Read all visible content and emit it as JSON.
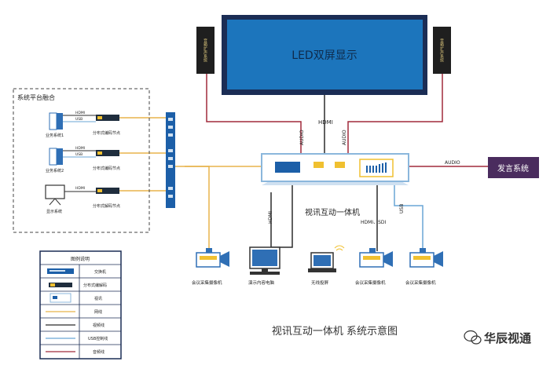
{
  "display": {
    "label": "LED双屏显示"
  },
  "speaker_left": {
    "label": "音箱扩声系统"
  },
  "speaker_right": {
    "label": "音箱扩声系统"
  },
  "platform": {
    "title": "系统平台融合"
  },
  "platform_rows": [
    {
      "device": "业务系统1",
      "ports": [
        "HDMI",
        "USB"
      ],
      "node": "分布式编码节点"
    },
    {
      "device": "业务系统2",
      "ports": [
        "HDMI",
        "USB"
      ],
      "node": "分布式编码节点"
    },
    {
      "device": "显示系统",
      "ports": [
        "HDMI"
      ],
      "node": "分布式解码节点"
    }
  ],
  "connections": {
    "hdmi_top": "HDMI",
    "audio_left": "AUDIO",
    "audio_right": "AUDIO",
    "audio_speech": "AUDIO",
    "hdmi_bottom": "HDMI",
    "hdmi_sdi": "HDMI、SDI",
    "usb": "USB"
  },
  "main_unit": {
    "label": "视讯互动一体机"
  },
  "speech_system": {
    "label": "发言系统"
  },
  "bottom_devices": [
    {
      "label": "会议采集摄像机"
    },
    {
      "label": "演示内容电脑"
    },
    {
      "label": "无线投屏"
    },
    {
      "label": "会议采集摄像机"
    },
    {
      "label": "会议采集摄像机"
    }
  ],
  "legend": {
    "title": "图例说明",
    "items": [
      {
        "label": "交换机"
      },
      {
        "label": "分布式编解码"
      },
      {
        "label": "视讯"
      },
      {
        "label": "网线"
      },
      {
        "label": "视频线"
      },
      {
        "label": "USB控制线"
      },
      {
        "label": "音频线"
      }
    ]
  },
  "caption": "视讯互动一体机 系统示意图",
  "watermark": "华辰视通",
  "colors": {
    "display_fill": "#1c75bc",
    "display_frame": "#1b2d55",
    "unit_fill": "#ffffff",
    "unit_border": "#8bb7dc",
    "speech_fill": "#4a2c5e",
    "network_line": "#e8b34b",
    "video_line": "#2b2b2b",
    "usb_line": "#6aa6d6",
    "audio_line": "#a12a3c",
    "device_blue": "#2f6fb5"
  }
}
